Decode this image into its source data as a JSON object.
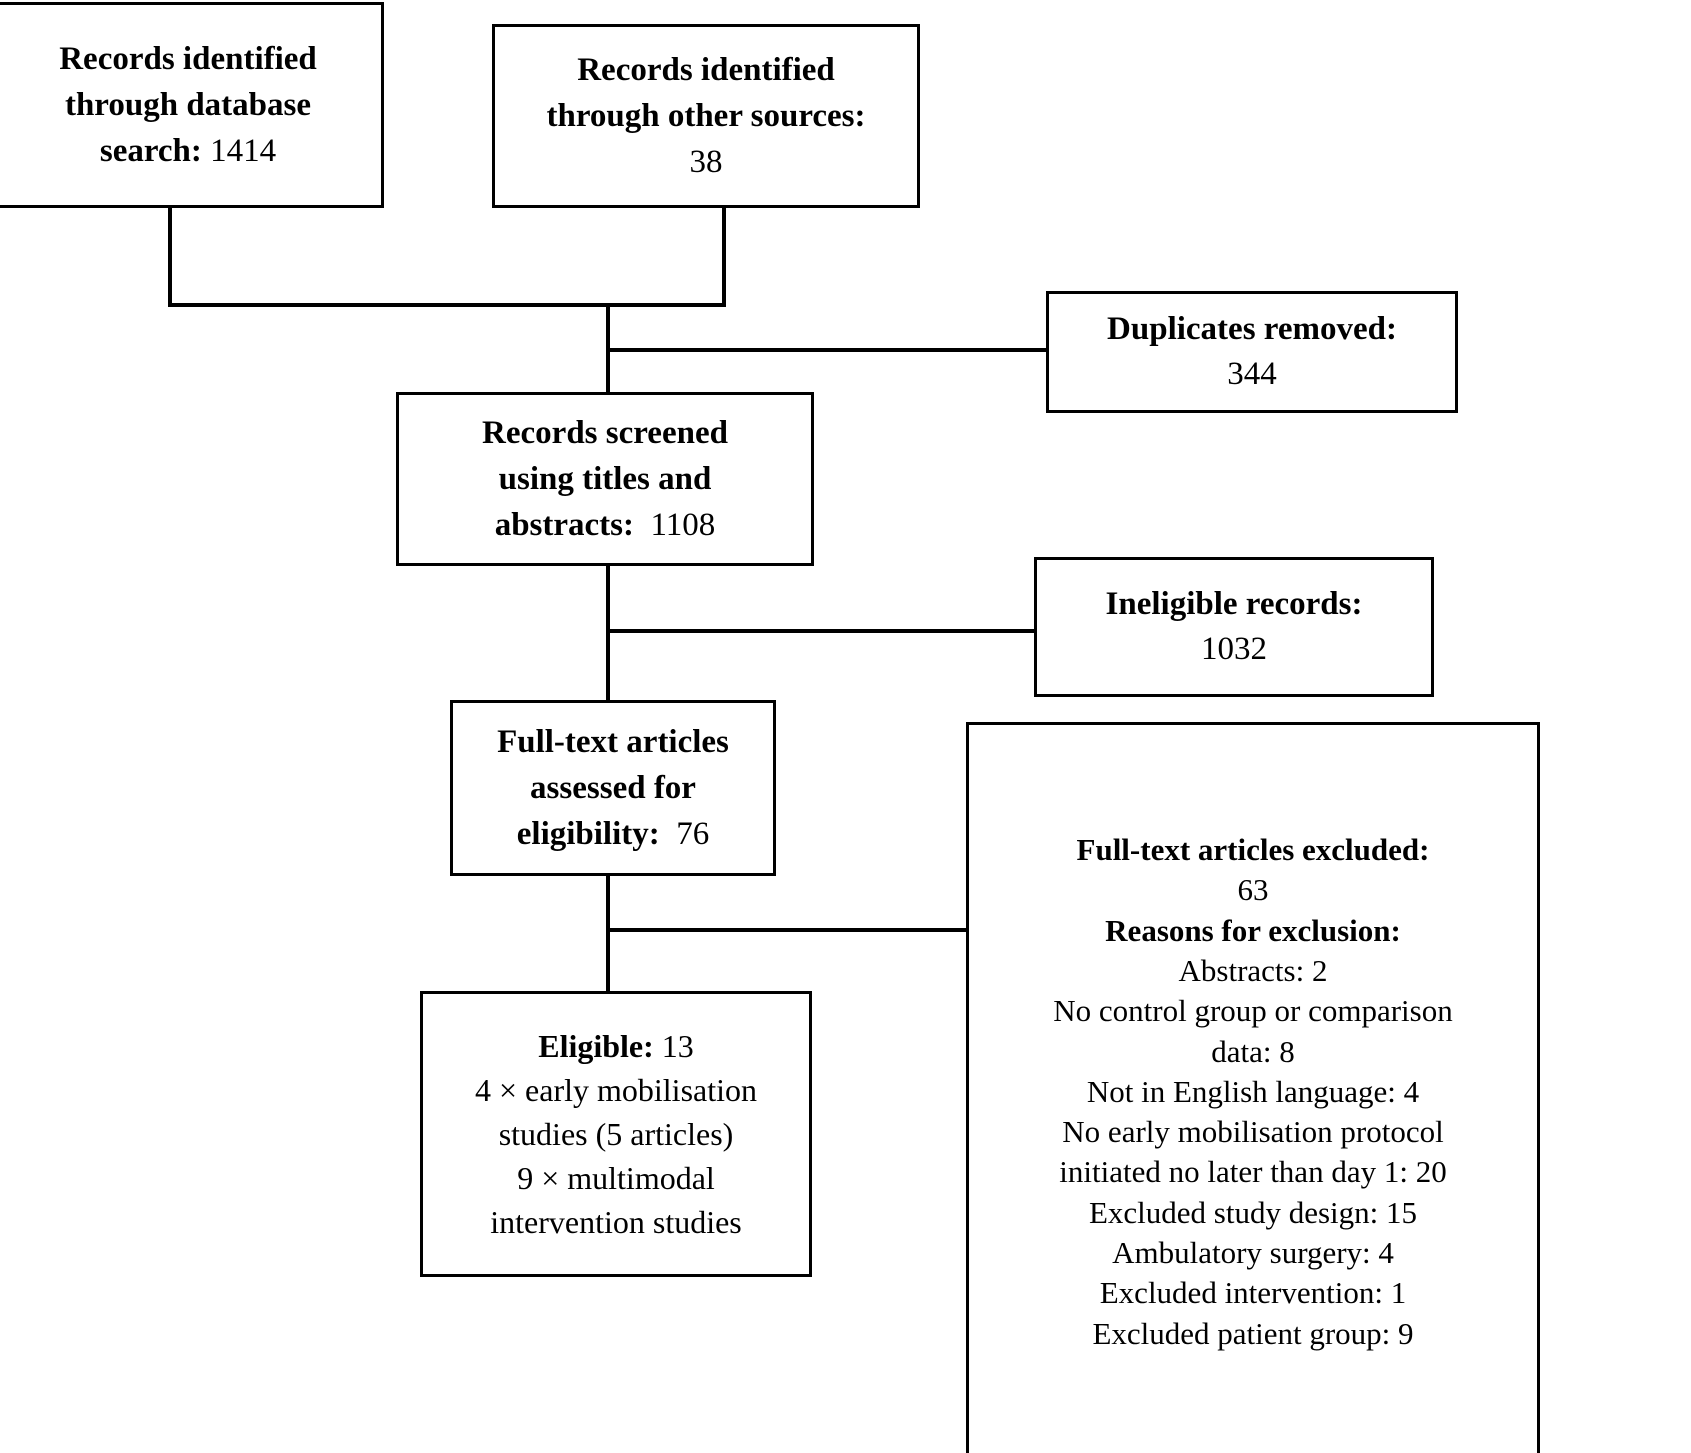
{
  "diagram": {
    "type": "prisma-flow-diagram",
    "title": "",
    "boxes": {
      "identified_database": {
        "name": "records-identified-database",
        "lines": [
          {
            "text": "Records identified",
            "weight": "bold"
          },
          {
            "text": "through database",
            "weight": "bold"
          },
          {
            "text": "search: 1414",
            "weight": "mixed",
            "label": "search:",
            "value": "1414"
          }
        ],
        "label": "Records identified through database search:",
        "value": "1414"
      },
      "identified_other": {
        "name": "records-identified-other-sources",
        "lines": [
          {
            "text": "Records identified",
            "weight": "bold"
          },
          {
            "text": "through other sources:",
            "weight": "bold"
          },
          {
            "text": "38",
            "weight": "regular"
          }
        ],
        "label": "Records identified through other sources:",
        "value": "38"
      },
      "duplicates_removed": {
        "name": "duplicates-removed",
        "lines": [
          {
            "text": "Duplicates removed:",
            "weight": "bold"
          },
          {
            "text": "344",
            "weight": "regular"
          }
        ],
        "label": "Duplicates removed:",
        "value": "344"
      },
      "records_screened": {
        "name": "records-screened",
        "lines": [
          {
            "text": "Records screened",
            "weight": "bold"
          },
          {
            "text": "using titles and",
            "weight": "bold"
          },
          {
            "text": "abstracts:  1108",
            "weight": "mixed",
            "label": "abstracts:",
            "value": "1108"
          }
        ],
        "label": "Records screened using titles and abstracts:",
        "value": "1108"
      },
      "ineligible_records": {
        "name": "ineligible-records",
        "lines": [
          {
            "text": "Ineligible records:",
            "weight": "bold"
          },
          {
            "text": "1032",
            "weight": "regular"
          }
        ],
        "label": "Ineligible records:",
        "value": "1032"
      },
      "fulltext_assessed": {
        "name": "full-text-articles-assessed",
        "lines": [
          {
            "text": "Full-text articles",
            "weight": "bold"
          },
          {
            "text": "assessed for",
            "weight": "bold"
          },
          {
            "text": "eligibility:  76",
            "weight": "mixed",
            "label": "eligibility:",
            "value": "76"
          }
        ],
        "label": "Full-text articles assessed for eligibility:",
        "value": "76"
      },
      "fulltext_excluded": {
        "name": "full-text-articles-excluded",
        "heading": "Full-text articles excluded:",
        "value": "63",
        "reasons_heading": "Reasons for exclusion:",
        "lines": [
          {
            "text": "Full-text articles excluded:",
            "weight": "bold"
          },
          {
            "text": "63",
            "weight": "regular"
          },
          {
            "text": "Reasons for exclusion:",
            "weight": "bold"
          },
          {
            "text": "Abstracts: 2",
            "weight": "regular"
          },
          {
            "text": "No control group or comparison",
            "weight": "regular"
          },
          {
            "text": "data: 8",
            "weight": "regular"
          },
          {
            "text": "Not in English language: 4",
            "weight": "regular"
          },
          {
            "text": "No early mobilisation protocol",
            "weight": "regular"
          },
          {
            "text": "initiated no later than day 1: 20",
            "weight": "regular"
          },
          {
            "text": "Excluded study design: 15",
            "weight": "regular"
          },
          {
            "text": "Ambulatory surgery: 4",
            "weight": "regular"
          },
          {
            "text": "Excluded intervention: 1",
            "weight": "regular"
          },
          {
            "text": "Excluded patient group: 9",
            "weight": "regular"
          }
        ],
        "reasons": [
          {
            "reason": "Abstracts",
            "count": "2"
          },
          {
            "reason": "No control group or comparison data",
            "count": "8"
          },
          {
            "reason": "Not in English language",
            "count": "4"
          },
          {
            "reason": "No early mobilisation protocol initiated no later than day 1",
            "count": "20"
          },
          {
            "reason": "Excluded study design",
            "count": "15"
          },
          {
            "reason": "Ambulatory surgery",
            "count": "4"
          },
          {
            "reason": "Excluded intervention",
            "count": "1"
          },
          {
            "reason": "Excluded patient group",
            "count": "9"
          }
        ]
      },
      "eligible": {
        "name": "eligible-studies",
        "label": "Eligible:",
        "value": "13",
        "lines": [
          {
            "text": "Eligible: 13",
            "weight": "mixed",
            "label": "Eligible:",
            "value": "13"
          },
          {
            "text": "4 × early mobilisation",
            "weight": "regular"
          },
          {
            "text": "studies (5 articles)",
            "weight": "regular"
          },
          {
            "text": "9 × multimodal",
            "weight": "regular"
          },
          {
            "text": "intervention studies",
            "weight": "regular"
          }
        ],
        "breakdown": [
          {
            "text": "4 × early mobilisation studies (5 articles)"
          },
          {
            "text": "9 × multimodal intervention studies"
          }
        ]
      }
    },
    "colors": {
      "stroke": "#000000",
      "fill": "#ffffff",
      "text": "#000000"
    }
  }
}
